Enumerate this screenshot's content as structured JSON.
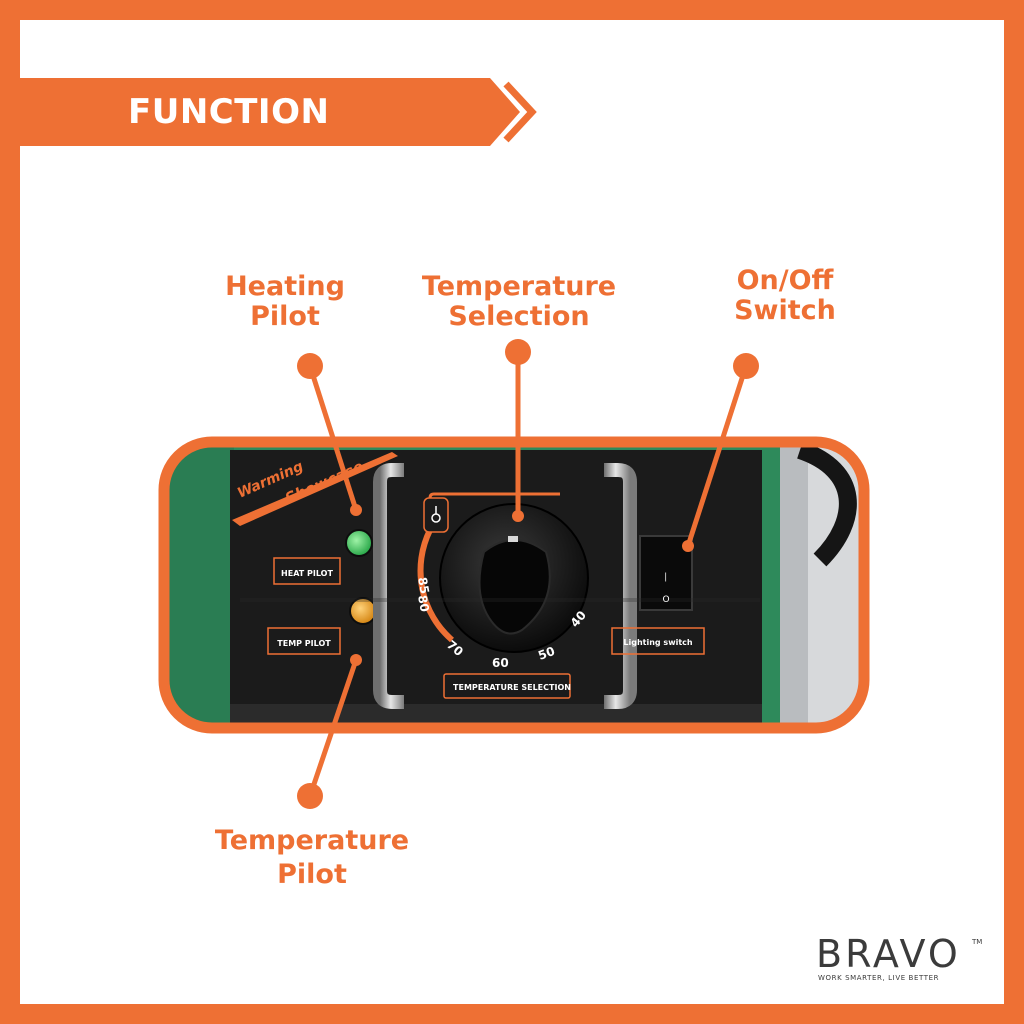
{
  "banner": {
    "title": "FUNCTION"
  },
  "callouts": {
    "heating_pilot": [
      "Heating",
      "Pilot"
    ],
    "temperature_selection": [
      "Temperature",
      "Selection"
    ],
    "on_off_switch": [
      "On/Off",
      "Switch"
    ],
    "temperature_pilot": [
      "Temperature",
      "Pilot"
    ]
  },
  "panel": {
    "brand_script": [
      "Warming",
      "Showcase"
    ],
    "heat_pilot_label": "HEAT PILOT",
    "temp_pilot_label": "TEMP PILOT",
    "temperature_selection_label": "TEMPERATURE SELECTION",
    "lighting_switch_label": "Lighting switch",
    "dial_marks": [
      "85",
      "80",
      "70",
      "60",
      "50",
      "40"
    ],
    "switch_on_symbol": "—",
    "switch_off_symbol": "O"
  },
  "brand": {
    "name": "BRAVO",
    "tm": "TM",
    "tagline": "WORK SMARTER, LIVE BETTER"
  },
  "colors": {
    "accent": "#EE7034",
    "panel_black": "#1b1b1b",
    "body_green": "#2f8a5c",
    "pilot_green": "#3fbf5a",
    "pilot_amber": "#e69a1c"
  }
}
